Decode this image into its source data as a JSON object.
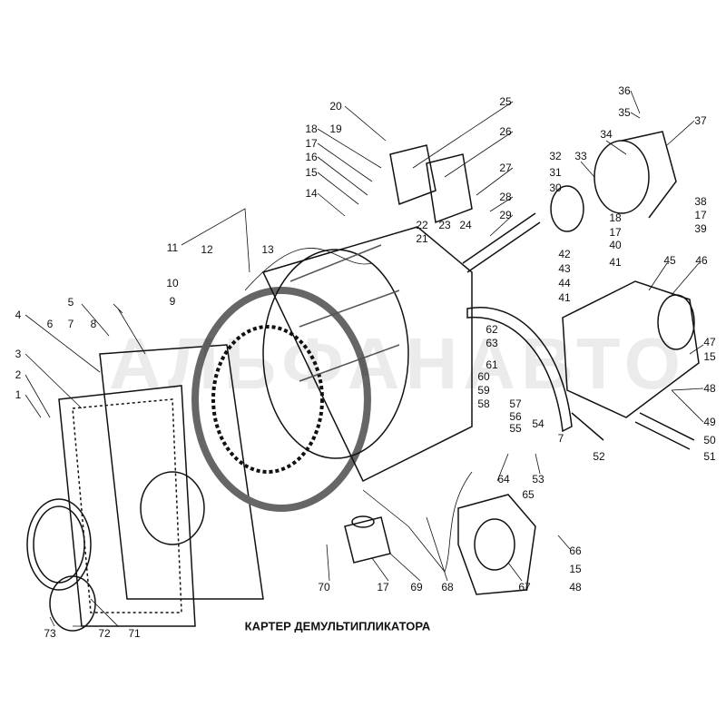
{
  "title": "КАРТЕР ДЕМУЛЬТИПЛИКАТОРА",
  "watermark": "АЛЬФАНАВТО",
  "callouts": [
    "36",
    "35",
    "37",
    "34",
    "33",
    "32",
    "31",
    "30",
    "38",
    "17",
    "39",
    "25",
    "26",
    "27",
    "28",
    "29",
    "20",
    "19",
    "18",
    "17",
    "16",
    "15",
    "14",
    "22",
    "23",
    "24",
    "21",
    "18",
    "17",
    "40",
    "42",
    "43",
    "41",
    "44",
    "41",
    "45",
    "46",
    "11",
    "12",
    "13",
    "10",
    "9",
    "5",
    "4",
    "6",
    "7",
    "8",
    "3",
    "2",
    "1",
    "62",
    "63",
    "61",
    "60",
    "59",
    "58",
    "57",
    "56",
    "55",
    "54",
    "47",
    "15",
    "48",
    "49",
    "50",
    "51",
    "52",
    "7",
    "64",
    "53",
    "65",
    "66",
    "15",
    "48",
    "67",
    "68",
    "69",
    "17",
    "70",
    "73",
    "72",
    "71"
  ]
}
